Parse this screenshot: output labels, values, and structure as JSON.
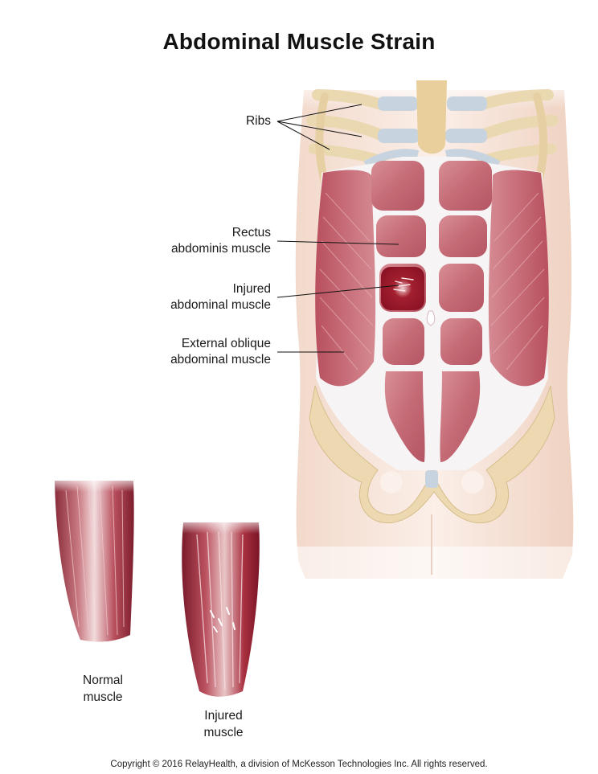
{
  "title": "Abdominal Muscle Strain",
  "labels": {
    "ribs": "Ribs",
    "rectus": [
      "Rectus",
      "abdominis muscle"
    ],
    "injured": [
      "Injured",
      "abdominal muscle"
    ],
    "oblique": [
      "External oblique",
      "abdominal muscle"
    ]
  },
  "captions": {
    "normal": [
      "Normal",
      "muscle"
    ],
    "injured": [
      "Injured",
      "muscle"
    ]
  },
  "copyright": "Copyright © 2016 RelayHealth, a division of McKesson Technologies Inc. All rights reserved.",
  "colors": {
    "muscle": "#c9737c",
    "muscle_dark": "#9c3a47",
    "injury": "#8e1222",
    "bone": "#ecd9b2",
    "cartilage": "#c6d3de",
    "skin": "#f7e6dc",
    "fascia": "#f3f3f3"
  }
}
